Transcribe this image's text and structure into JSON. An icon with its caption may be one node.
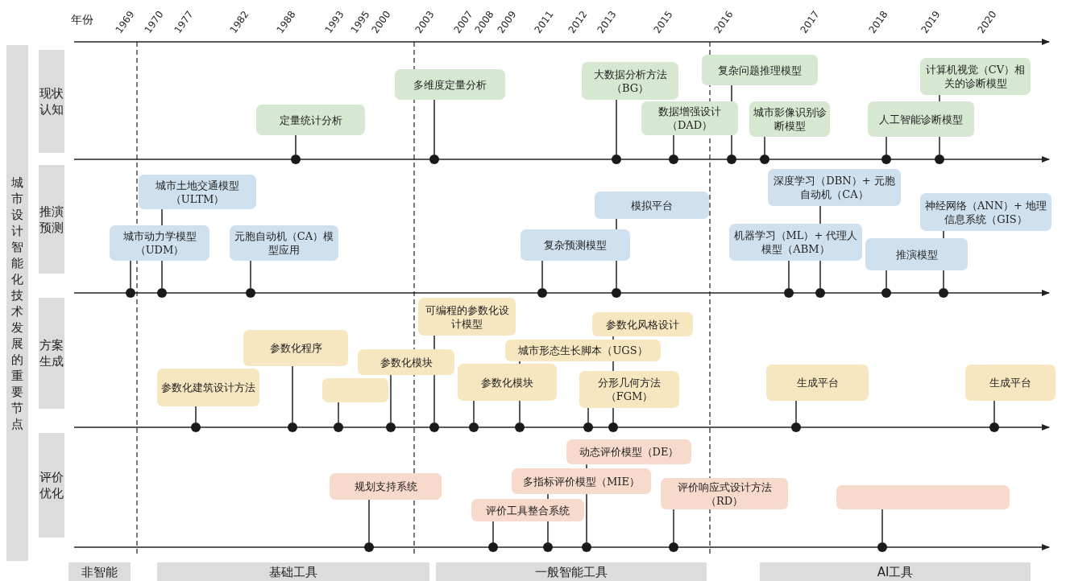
{
  "diagram": {
    "nodes": [
      {
        "text": [
          "城市设计智能化技术发展的重要节点"
        ]
      },
      {
        "text": [
          "现状认知"
        ]
      },
      {
        "text": [
          "推演预测"
        ]
      },
      {
        "text": [
          "方案生成"
        ]
      },
      {
        "text": [
          "评价优化"
        ]
      },
      {
        "text": [
          "定量统计分析"
        ]
      },
      {
        "text": [
          "多维度定量分析"
        ]
      },
      {
        "text": [
          "大数据分析方法（BG）"
        ]
      },
      {
        "text": [
          "数据增强设计（DAD）"
        ]
      },
      {
        "text": [
          "复杂问题推理模型"
        ]
      },
      {
        "text": [
          "城市影像识别诊断模型"
        ]
      },
      {
        "text": [
          "人工智能诊断模型"
        ]
      },
      {
        "text": [
          "计算机视觉（CV）相关的诊断模型"
        ]
      },
      {
        "text": [],
        "shape": "circle"
      },
      {
        "text": [],
        "shape": "circle"
      },
      {
        "text": [],
        "shape": "circle"
      },
      {
        "text": [],
        "shape": "circle"
      },
      {
        "text": [],
        "shape": "circle"
      },
      {
        "text": [],
        "shape": "circle"
      },
      {
        "text": [],
        "shape": "circle"
      },
      {
        "text": [],
        "shape": "circle"
      },
      {
        "text": [
          "城市土地交通模型（ULTM）"
        ]
      },
      {
        "text": [
          "城市动力学模型（UDM）"
        ]
      },
      {
        "text": [
          "元胞自动机（CA）模型应用"
        ]
      },
      {
        "text": [
          "模拟平台"
        ]
      },
      {
        "text": [
          "复杂预测模型"
        ]
      },
      {
        "text": [
          "深度学习（DBN）+ 元胞自动机（CA）"
        ]
      },
      {
        "text": [
          "神经网络（ANN）+ 地理信息系统（GIS）"
        ]
      },
      {
        "text": [
          "机器学习（ML）+ 代理人模型（ABM）"
        ]
      },
      {
        "text": [
          "推演模型"
        ]
      },
      {
        "text": [],
        "shape": "circle"
      },
      {
        "text": [],
        "shape": "circle"
      },
      {
        "text": [],
        "shape": "circle"
      },
      {
        "text": [],
        "shape": "circle"
      },
      {
        "text": [],
        "shape": "circle"
      },
      {
        "text": [],
        "shape": "circle"
      },
      {
        "text": [],
        "shape": "circle"
      },
      {
        "text": [],
        "shape": "circle"
      },
      {
        "text": [],
        "shape": "circle"
      },
      {
        "text": [
          "可编程的参数化设计模型"
        ]
      },
      {
        "text": [
          "参数化风格设计"
        ]
      },
      {
        "text": [
          "参数化程序"
        ]
      },
      {
        "text": [
          "城市形态生长脚本（UGS）"
        ]
      },
      {
        "text": [
          "参数化模块"
        ]
      },
      {
        "text": [
          "参数化建筑设计方法"
        ]
      },
      {
        "text": [
          "参数化模块"
        ]
      },
      {
        "text": [
          "分形几何方法（FGM）"
        ]
      },
      {
        "text": [
          "生成平台"
        ]
      },
      {
        "text": [
          "生成平台"
        ]
      },
      {
        "text": [],
        "shape": "box"
      },
      {
        "text": [],
        "shape": "circle"
      },
      {
        "text": [],
        "shape": "circle"
      },
      {
        "text": [],
        "shape": "circle"
      },
      {
        "text": [],
        "shape": "circle"
      },
      {
        "text": [],
        "shape": "circle"
      },
      {
        "text": [],
        "shape": "circle"
      },
      {
        "text": [],
        "shape": "circle"
      },
      {
        "text": [],
        "shape": "circle"
      },
      {
        "text": [],
        "shape": "circle"
      },
      {
        "text": [],
        "shape": "circle"
      },
      {
        "text": [],
        "shape": "circle"
      },
      {
        "text": [
          "动态评价模型（DE）"
        ]
      },
      {
        "text": [
          "多指标评价模型（MIE）"
        ]
      },
      {
        "text": [
          "规划支持系统"
        ]
      },
      {
        "text": [
          "评价响应式设计方法（RD）"
        ]
      },
      {
        "text": [],
        "shape": "box"
      },
      {
        "text": [
          "评价工具整合系统"
        ]
      },
      {
        "text": [],
        "shape": "circle"
      },
      {
        "text": [],
        "shape": "circle"
      },
      {
        "text": [],
        "shape": "circle"
      },
      {
        "text": [],
        "shape": "circle"
      },
      {
        "text": [],
        "shape": "circle"
      },
      {
        "text": [],
        "shape": "circle"
      },
      {
        "text": [
          "非智能"
        ]
      },
      {
        "text": [
          "基础工具"
        ]
      },
      {
        "text": [
          "一般智能工具"
        ]
      },
      {
        "text": [
          "AI工具"
        ]
      }
    ],
    "edges": [
      {
        "from": 5,
        "to": 13,
        "arrow": "none"
      },
      {
        "from": 6,
        "to": 14,
        "arrow": "none"
      },
      {
        "from": 7,
        "to": 15,
        "arrow": "none"
      },
      {
        "from": 8,
        "to": 16,
        "arrow": "none"
      },
      {
        "from": 9,
        "to": 17,
        "arrow": "none"
      },
      {
        "from": 10,
        "to": 18,
        "arrow": "none"
      },
      {
        "from": 11,
        "to": 19,
        "arrow": "none"
      },
      {
        "from": 12,
        "to": 20,
        "arrow": "none"
      },
      {
        "from": 22,
        "to": 30,
        "arrow": "none"
      },
      {
        "from": 21,
        "to": 31,
        "arrow": "none"
      },
      {
        "from": 23,
        "to": 32,
        "arrow": "none"
      },
      {
        "from": 25,
        "to": 33,
        "arrow": "none"
      },
      {
        "from": 24,
        "to": 34,
        "arrow": "none"
      },
      {
        "from": 28,
        "to": 35,
        "arrow": "none"
      },
      {
        "from": 26,
        "to": 36,
        "arrow": "none"
      },
      {
        "from": 29,
        "to": 37,
        "arrow": "none"
      },
      {
        "from": 27,
        "to": 38,
        "arrow": "none"
      },
      {
        "from": 44,
        "to": 50,
        "arrow": "none"
      },
      {
        "from": 41,
        "to": 51,
        "arrow": "none"
      },
      {
        "from": 49,
        "to": 52,
        "arrow": "none"
      },
      {
        "from": 43,
        "to": 53,
        "arrow": "none"
      },
      {
        "from": 39,
        "to": 54,
        "arrow": "none"
      },
      {
        "from": 45,
        "to": 55,
        "arrow": "none"
      },
      {
        "from": 42,
        "to": 56,
        "arrow": "none"
      },
      {
        "from": 46,
        "to": 57,
        "arrow": "none"
      },
      {
        "from": 40,
        "to": 58,
        "arrow": "none"
      },
      {
        "from": 47,
        "to": 59,
        "arrow": "none"
      },
      {
        "from": 48,
        "to": 60,
        "arrow": "none"
      },
      {
        "from": 63,
        "to": 67,
        "arrow": "none"
      },
      {
        "from": 66,
        "to": 68,
        "arrow": "none"
      },
      {
        "from": 62,
        "to": 69,
        "arrow": "none"
      },
      {
        "from": 61,
        "to": 70,
        "arrow": "none"
      },
      {
        "from": 64,
        "to": 71,
        "arrow": "none"
      },
      {
        "from": 65,
        "to": 72,
        "arrow": "none"
      }
    ],
    "labels": [
      "年份",
      "1969",
      "1970",
      "1977",
      "1982",
      "1988",
      "1993",
      "1995",
      "2000",
      "2003",
      "2007",
      "2008",
      "2009",
      "2011",
      "2012",
      "2013",
      "2015",
      "2016",
      "2017",
      "2018",
      "2019",
      "2020"
    ]
  }
}
